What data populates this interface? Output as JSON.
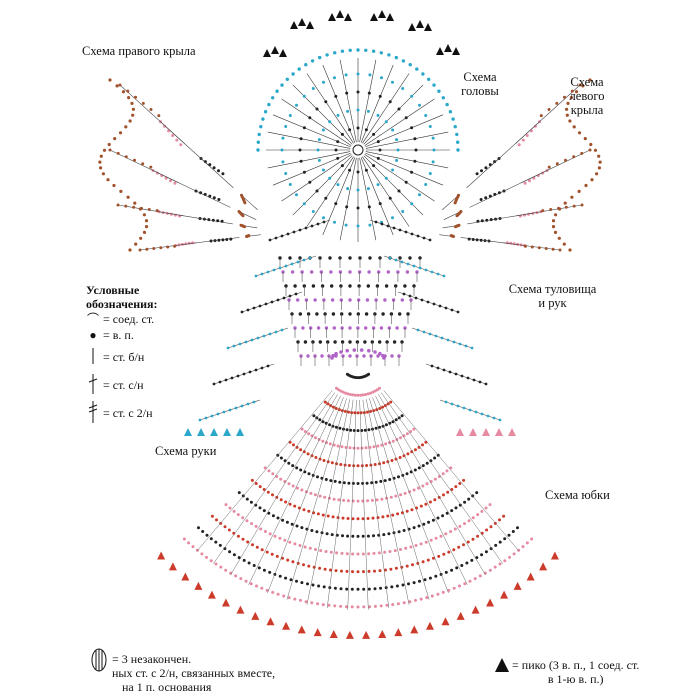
{
  "labels": {
    "right_wing": "Схема правого крыла",
    "head": [
      "Схема",
      "головы"
    ],
    "left_wing": [
      "Схема",
      "левого",
      "крыла"
    ],
    "torso": [
      "Схема туловища",
      "и рук"
    ],
    "arm": "Схема руки",
    "skirt": "Схема юбки"
  },
  "legend": {
    "title": [
      "Условные",
      "обозначения:"
    ],
    "items": [
      {
        "icon": "slip-stitch-icon",
        "text": "= соед. ст."
      },
      {
        "icon": "chain-icon",
        "text": "= в. п."
      },
      {
        "icon": "sc-icon",
        "text": "= ст. б/н"
      },
      {
        "icon": "dc-icon",
        "text": "= ст. с/н"
      },
      {
        "icon": "tr-icon",
        "text": "= ст. с 2/н"
      }
    ]
  },
  "notes": {
    "cluster": [
      "= 3 незакончен.",
      "ных ст. с 2/н, связанных вместе,",
      "на 1 п. основания"
    ],
    "picot": [
      "= пико (3 в. п., 1 соед. ст.",
      "в 1-ю в. п.)"
    ]
  },
  "colors": {
    "head_cyan": "#2aa7c9",
    "wing_brown": "#a0522d",
    "wing_pink": "#e58aa0",
    "torso_violet": "#b064c8",
    "skirt_red": "#cc3b2a",
    "ink": "#111111"
  }
}
